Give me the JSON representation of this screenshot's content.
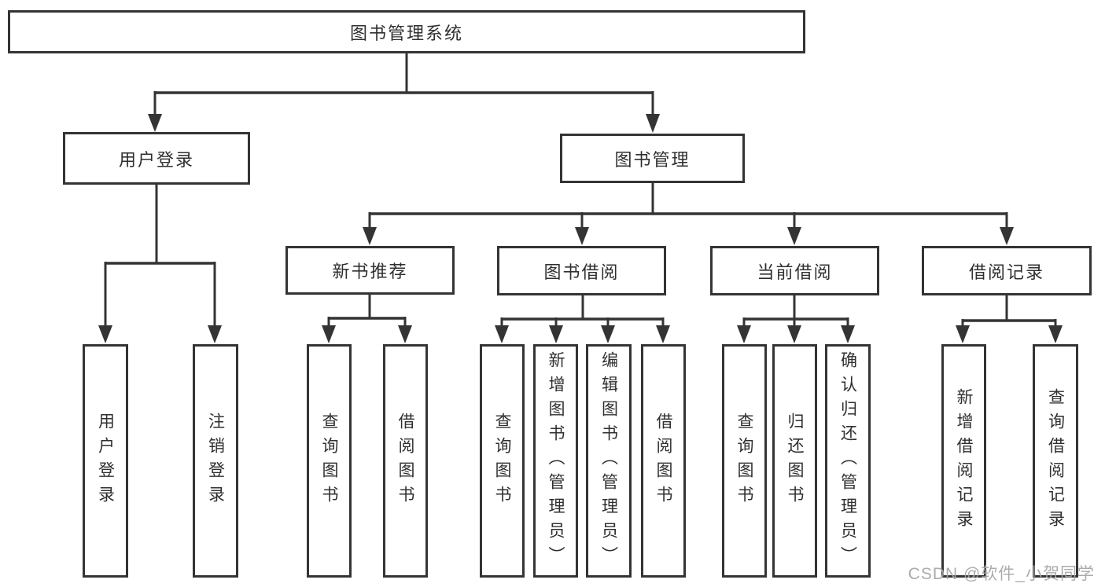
{
  "diagram": {
    "title": "图书管理系统",
    "nodes": {
      "user_login": "用户登录",
      "book_mgmt": "图书管理",
      "login": "用户登录",
      "logout": "注销登录",
      "new_books": "新书推荐",
      "book_borrow": "图书借阅",
      "current_borrow": "当前借阅",
      "borrow_records": "借阅记录",
      "nb_query": "查询图书",
      "nb_borrow": "借阅图书",
      "bb_query": "查询图书",
      "bb_add": "新增图书（管理员）",
      "bb_edit": "编辑图书（管理员）",
      "bb_borrow": "借阅图书",
      "cb_query": "查询图书",
      "cb_return": "归还图书",
      "cb_confirm": "确认归还（管理员）",
      "br_add": "新增借阅记录",
      "br_query": "查询借阅记录"
    },
    "watermark": "CSDN @软件_小贺同学",
    "colors": {
      "line": "#343434",
      "text": "#2f2f2f",
      "watermark": "#a5a5a5"
    }
  }
}
